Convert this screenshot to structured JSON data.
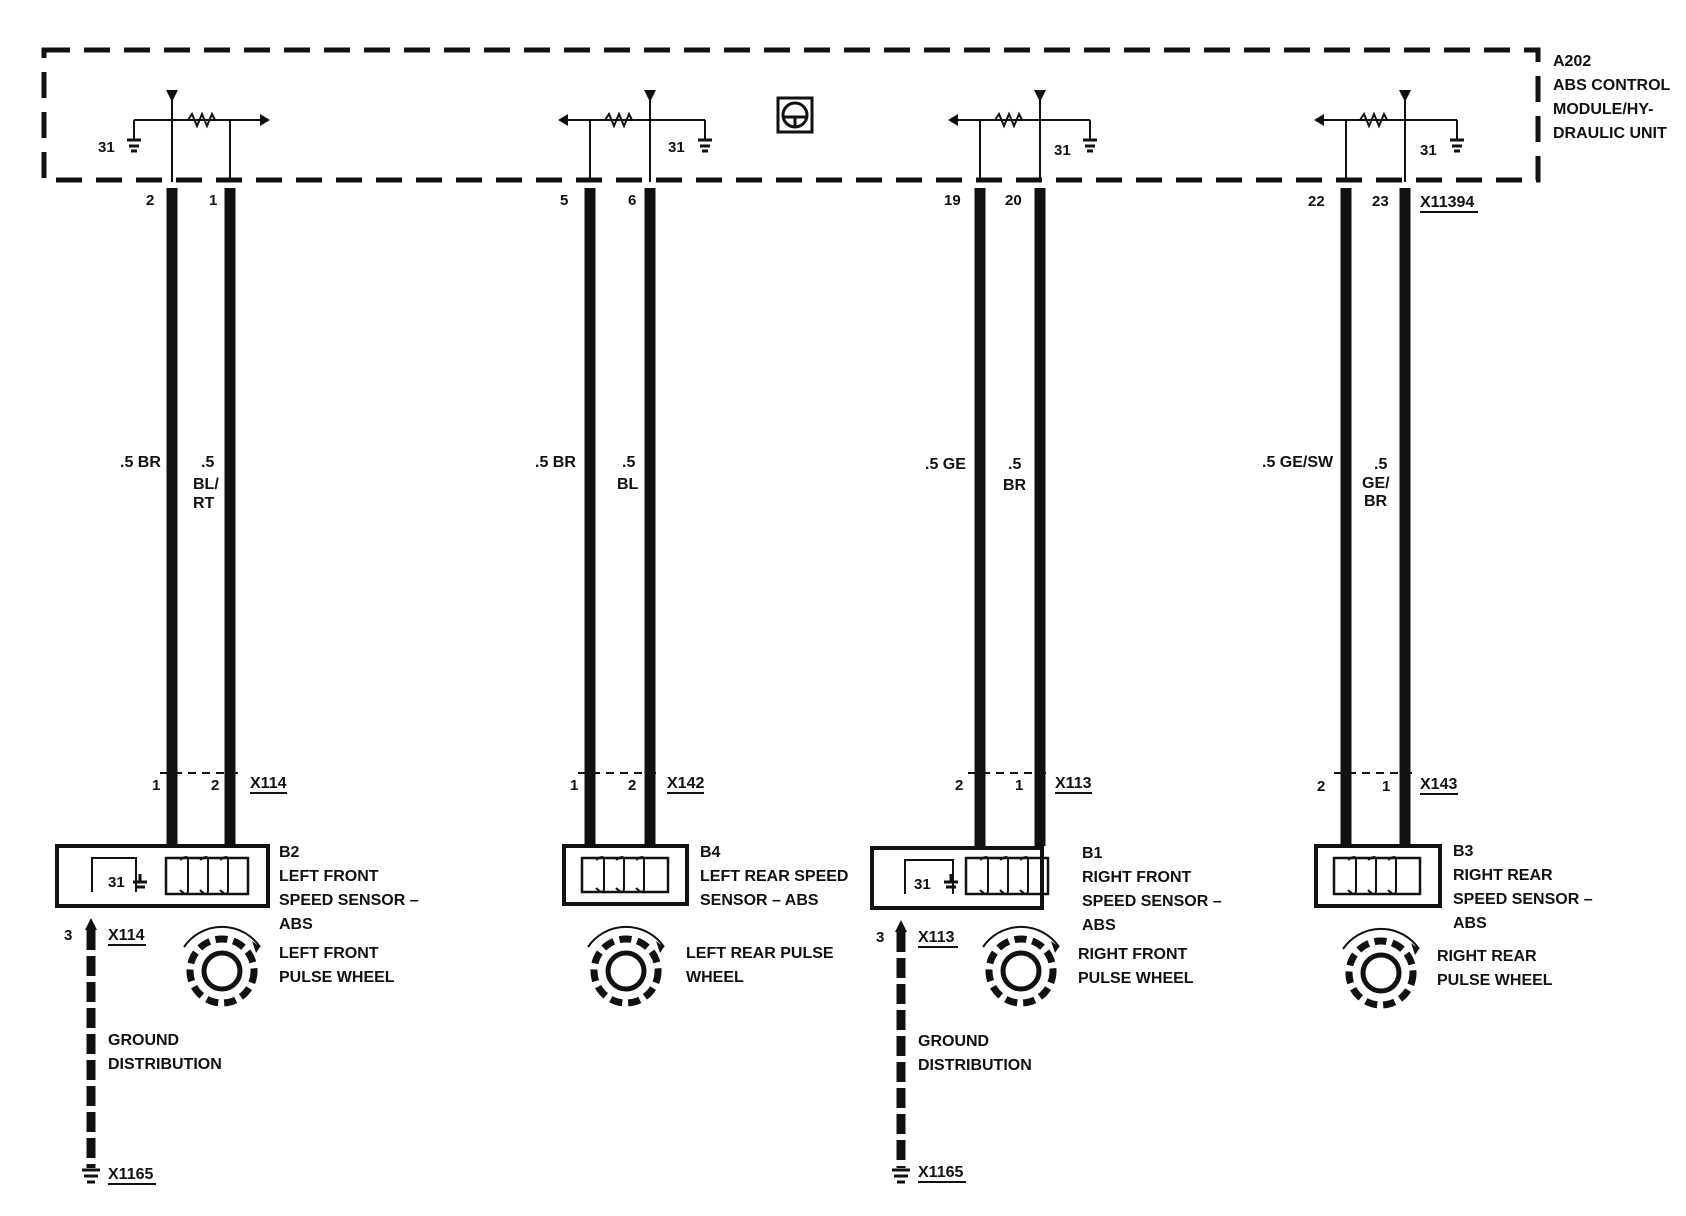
{
  "module": {
    "id": "A202",
    "name_line1": "ABS CONTROL",
    "name_line2": "MODULE/HY-",
    "name_line3": "DRAULIC UNIT",
    "connector": "X11394",
    "ground_pin": "31"
  },
  "channels": [
    {
      "module_pins": [
        "2",
        "1"
      ],
      "wire_a": [
        ".5 BR"
      ],
      "wire_b": [
        ".5",
        "BL/",
        "RT"
      ],
      "connector": "X114",
      "connector_pins": [
        "1",
        "2"
      ],
      "sensor_id": "B2",
      "sensor_name": [
        "LEFT FRONT",
        "SPEED SENSOR –",
        "ABS"
      ],
      "sensor_ground_pin": "31",
      "pulse_wheel": [
        "LEFT FRONT",
        "PULSE WHEEL"
      ],
      "ground_pin": "3",
      "ground_connector": "X114",
      "ground_label": [
        "GROUND",
        "DISTRIBUTION"
      ],
      "ground_point": "X1165"
    },
    {
      "module_pins": [
        "5",
        "6"
      ],
      "wire_a": [
        ".5 BR"
      ],
      "wire_b": [
        ".5",
        "BL"
      ],
      "connector": "X142",
      "connector_pins": [
        "1",
        "2"
      ],
      "sensor_id": "B4",
      "sensor_name": [
        "LEFT REAR SPEED",
        "SENSOR – ABS"
      ],
      "pulse_wheel": [
        "LEFT REAR PULSE",
        "WHEEL"
      ]
    },
    {
      "module_pins": [
        "19",
        "20"
      ],
      "wire_a": [
        ".5 GE"
      ],
      "wire_b": [
        ".5",
        "BR"
      ],
      "connector": "X113",
      "connector_pins": [
        "2",
        "1"
      ],
      "sensor_id": "B1",
      "sensor_name": [
        "RIGHT FRONT",
        "SPEED SENSOR –",
        "ABS"
      ],
      "sensor_ground_pin": "31",
      "pulse_wheel": [
        "RIGHT FRONT",
        "PULSE WHEEL"
      ],
      "ground_pin": "3",
      "ground_connector": "X113",
      "ground_label": [
        "GROUND",
        "DISTRIBUTION"
      ],
      "ground_point": "X1165"
    },
    {
      "module_pins": [
        "22",
        "23"
      ],
      "wire_a": [
        ".5 GE/SW"
      ],
      "wire_b": [
        ".5",
        "GE/",
        "BR"
      ],
      "connector": "X143",
      "connector_pins": [
        "2",
        "1"
      ],
      "sensor_id": "B3",
      "sensor_name": [
        "RIGHT REAR",
        "SPEED SENSOR –",
        "ABS"
      ],
      "pulse_wheel": [
        "RIGHT REAR",
        "PULSE WHEEL"
      ]
    }
  ]
}
